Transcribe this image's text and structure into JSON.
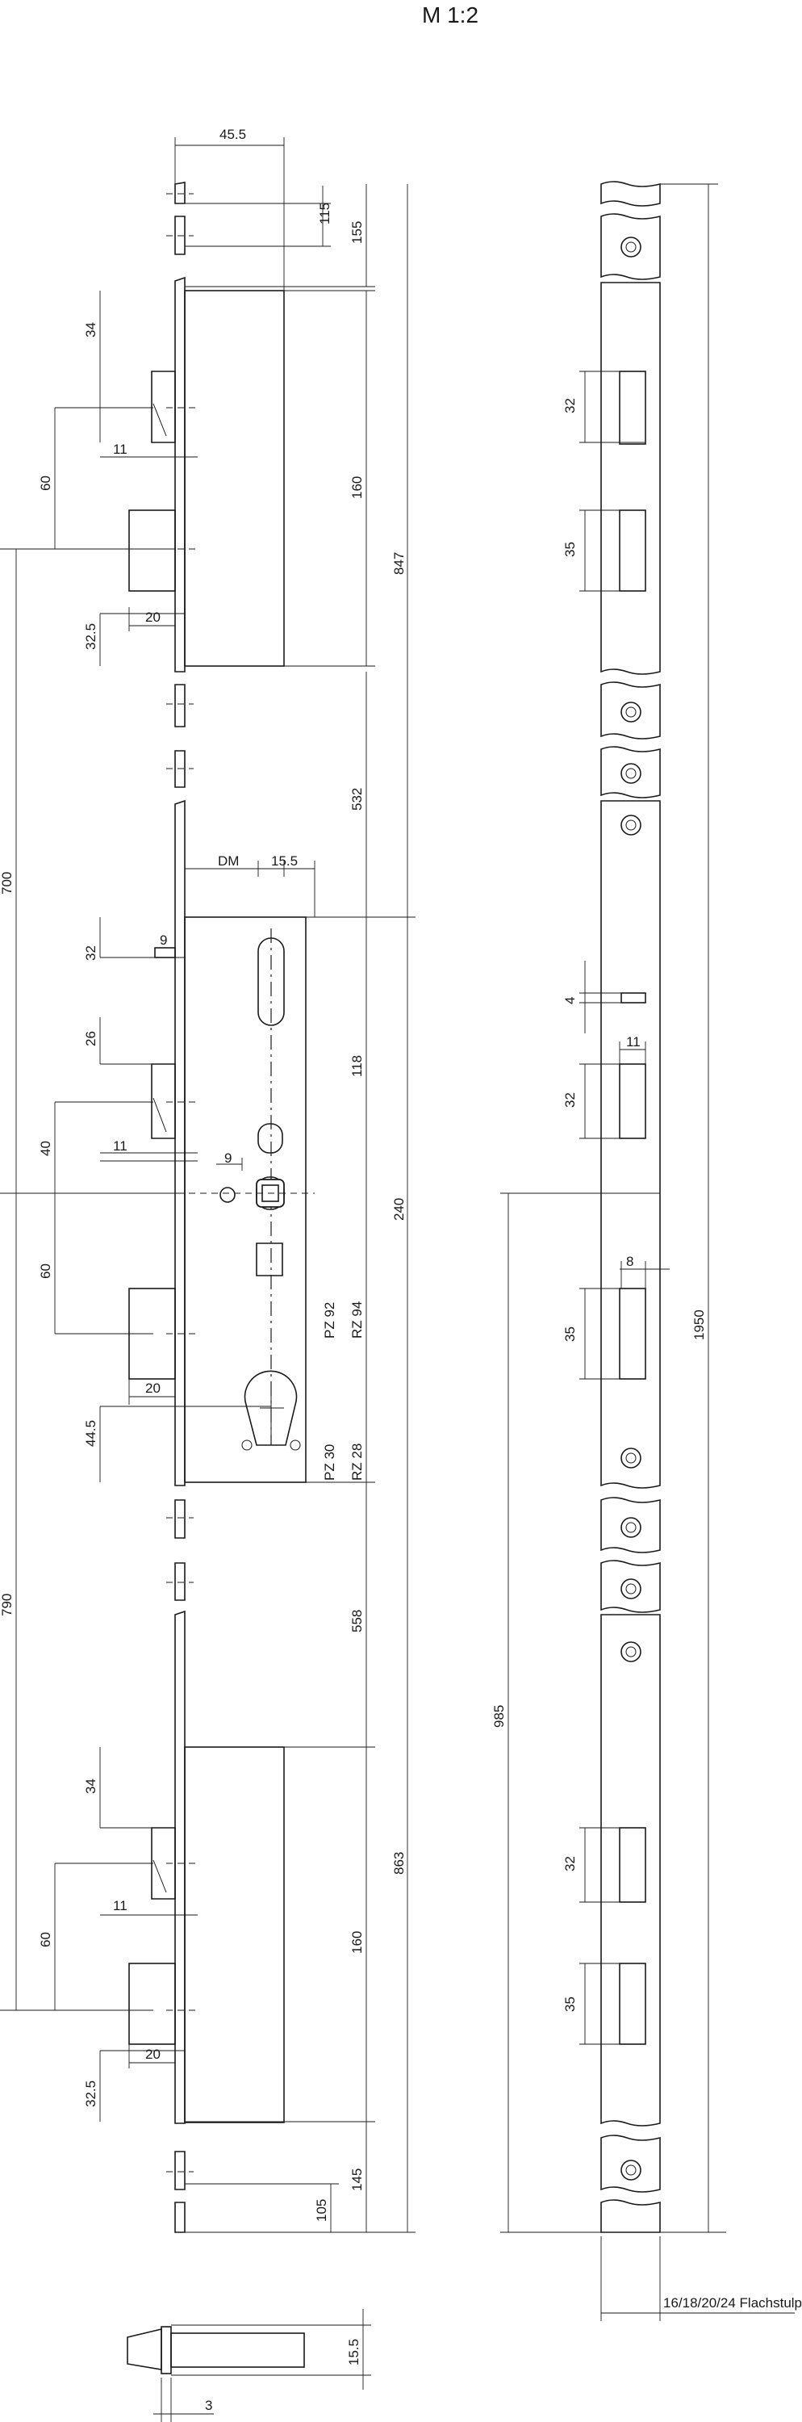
{
  "title": "M 1:2",
  "left_view": {
    "top_labels": [
      "45.5",
      "115",
      "155"
    ],
    "upper_lock": [
      "34",
      "11",
      "60",
      "32.5",
      "20",
      "160",
      "847"
    ],
    "mid_spacing": "532",
    "main_lock": [
      "DM",
      "15.5",
      "32",
      "9",
      "26",
      "118",
      "40",
      "11",
      "9",
      "240",
      "60",
      "PZ 92",
      "RZ 94",
      "PZ 30",
      "RZ 28",
      "44.5",
      "20"
    ],
    "long_dims": [
      "700",
      "790"
    ],
    "lower_spacing": "558",
    "lower_lock": [
      "34",
      "11",
      "60",
      "160",
      "863",
      "32.5",
      "20"
    ],
    "bottom_dims": [
      "105",
      "145"
    ],
    "side_view": [
      "15.5",
      "3"
    ]
  },
  "right_view": {
    "upper": [
      "32",
      "35"
    ],
    "mid": [
      "4",
      "11",
      "32",
      "8",
      "35"
    ],
    "lower": [
      "32",
      "35"
    ],
    "long_dims": [
      "985",
      "1950"
    ],
    "width_note": "16/18/20/24 Flachstulp"
  }
}
